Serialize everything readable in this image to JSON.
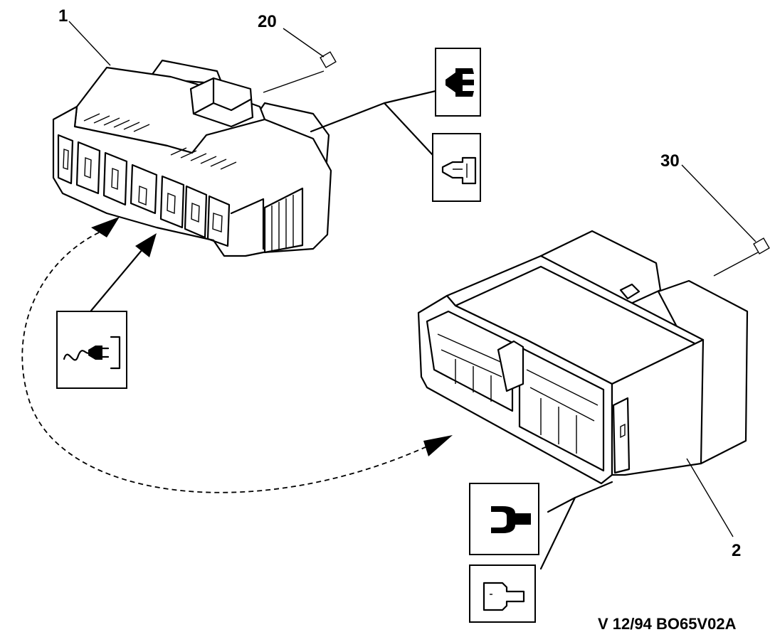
{
  "labels": {
    "item_1": "1",
    "item_2": "2",
    "item_20": "20",
    "item_30": "30"
  },
  "reference": "V 12/94 BO65V02A",
  "icons": {
    "male_plug": "male-plug-icon",
    "male_terminal": "male-terminal-icon",
    "wire_to_connector": "wire-to-connector-icon",
    "female_socket": "female-socket-icon",
    "female_terminal": "female-terminal-icon"
  },
  "colors": {
    "ink": "#000000",
    "paper": "#ffffff"
  }
}
